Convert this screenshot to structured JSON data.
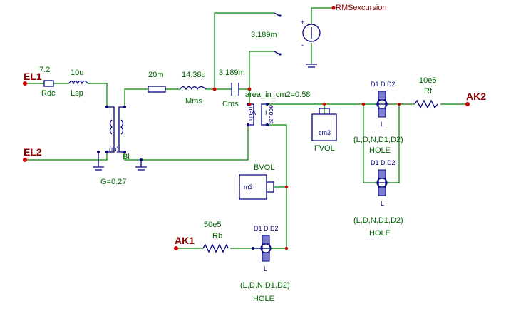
{
  "ports": {
    "el1": "EL1",
    "el2": "EL2",
    "ak1": "AK1",
    "ak2": "AK2",
    "rms": "RMSexcursion"
  },
  "components": {
    "rdc": {
      "value": "7.2",
      "name": "Rdc"
    },
    "lsp": {
      "value": "10u",
      "name": "Lsp"
    },
    "mms": {
      "value1": "20m",
      "value2": "14.38u",
      "name": "Mms"
    },
    "cms": {
      "value": "3.189m",
      "name": "Cms"
    },
    "bl": {
      "name": "Bl",
      "gain": "G=0.27"
    },
    "probe1": {
      "value": "3.189m"
    },
    "area": {
      "label": "area_in_cm2=0.58",
      "left": "mech",
      "right": "acoust"
    },
    "fvol": {
      "name": "FVOL",
      "unit": "cm3"
    },
    "bvol": {
      "name": "BVOL",
      "unit": "m3"
    },
    "rf": {
      "value": "10e5",
      "name": "Rf"
    },
    "rb": {
      "value": "50e5",
      "name": "Rb"
    },
    "hole": {
      "pins": "D1 D  D2",
      "pin_l": "L",
      "params": "(L,D,N,D1,D2)",
      "name": "HOLE"
    },
    "transformer_unit": "(m)"
  },
  "colors": {
    "wire": "#008000",
    "component": "#000080",
    "port": "#d40000",
    "port_label": "#8b0000",
    "label": "#006400"
  }
}
